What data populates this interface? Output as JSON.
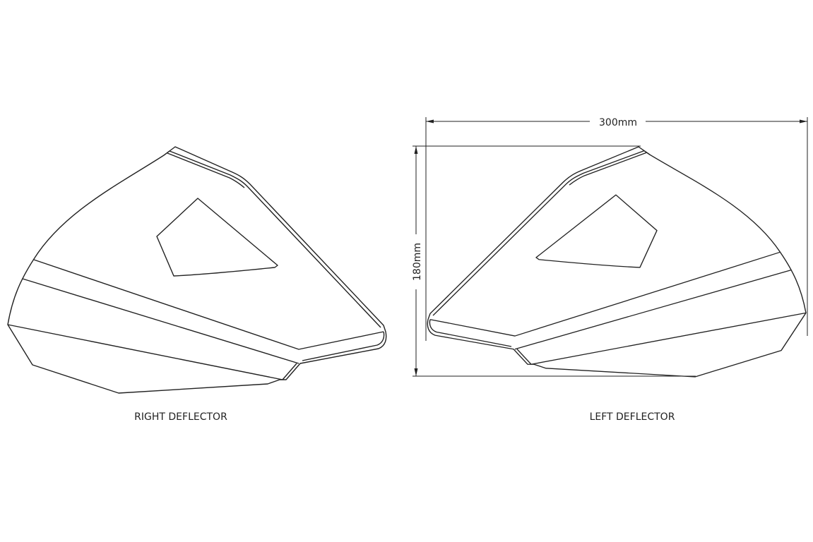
{
  "diagram": {
    "right_label": "RIGHT DEFLECTOR",
    "left_label": "LEFT DEFLECTOR",
    "width_dimension": "300mm",
    "height_dimension": "180mm",
    "line_color": "#222222"
  }
}
